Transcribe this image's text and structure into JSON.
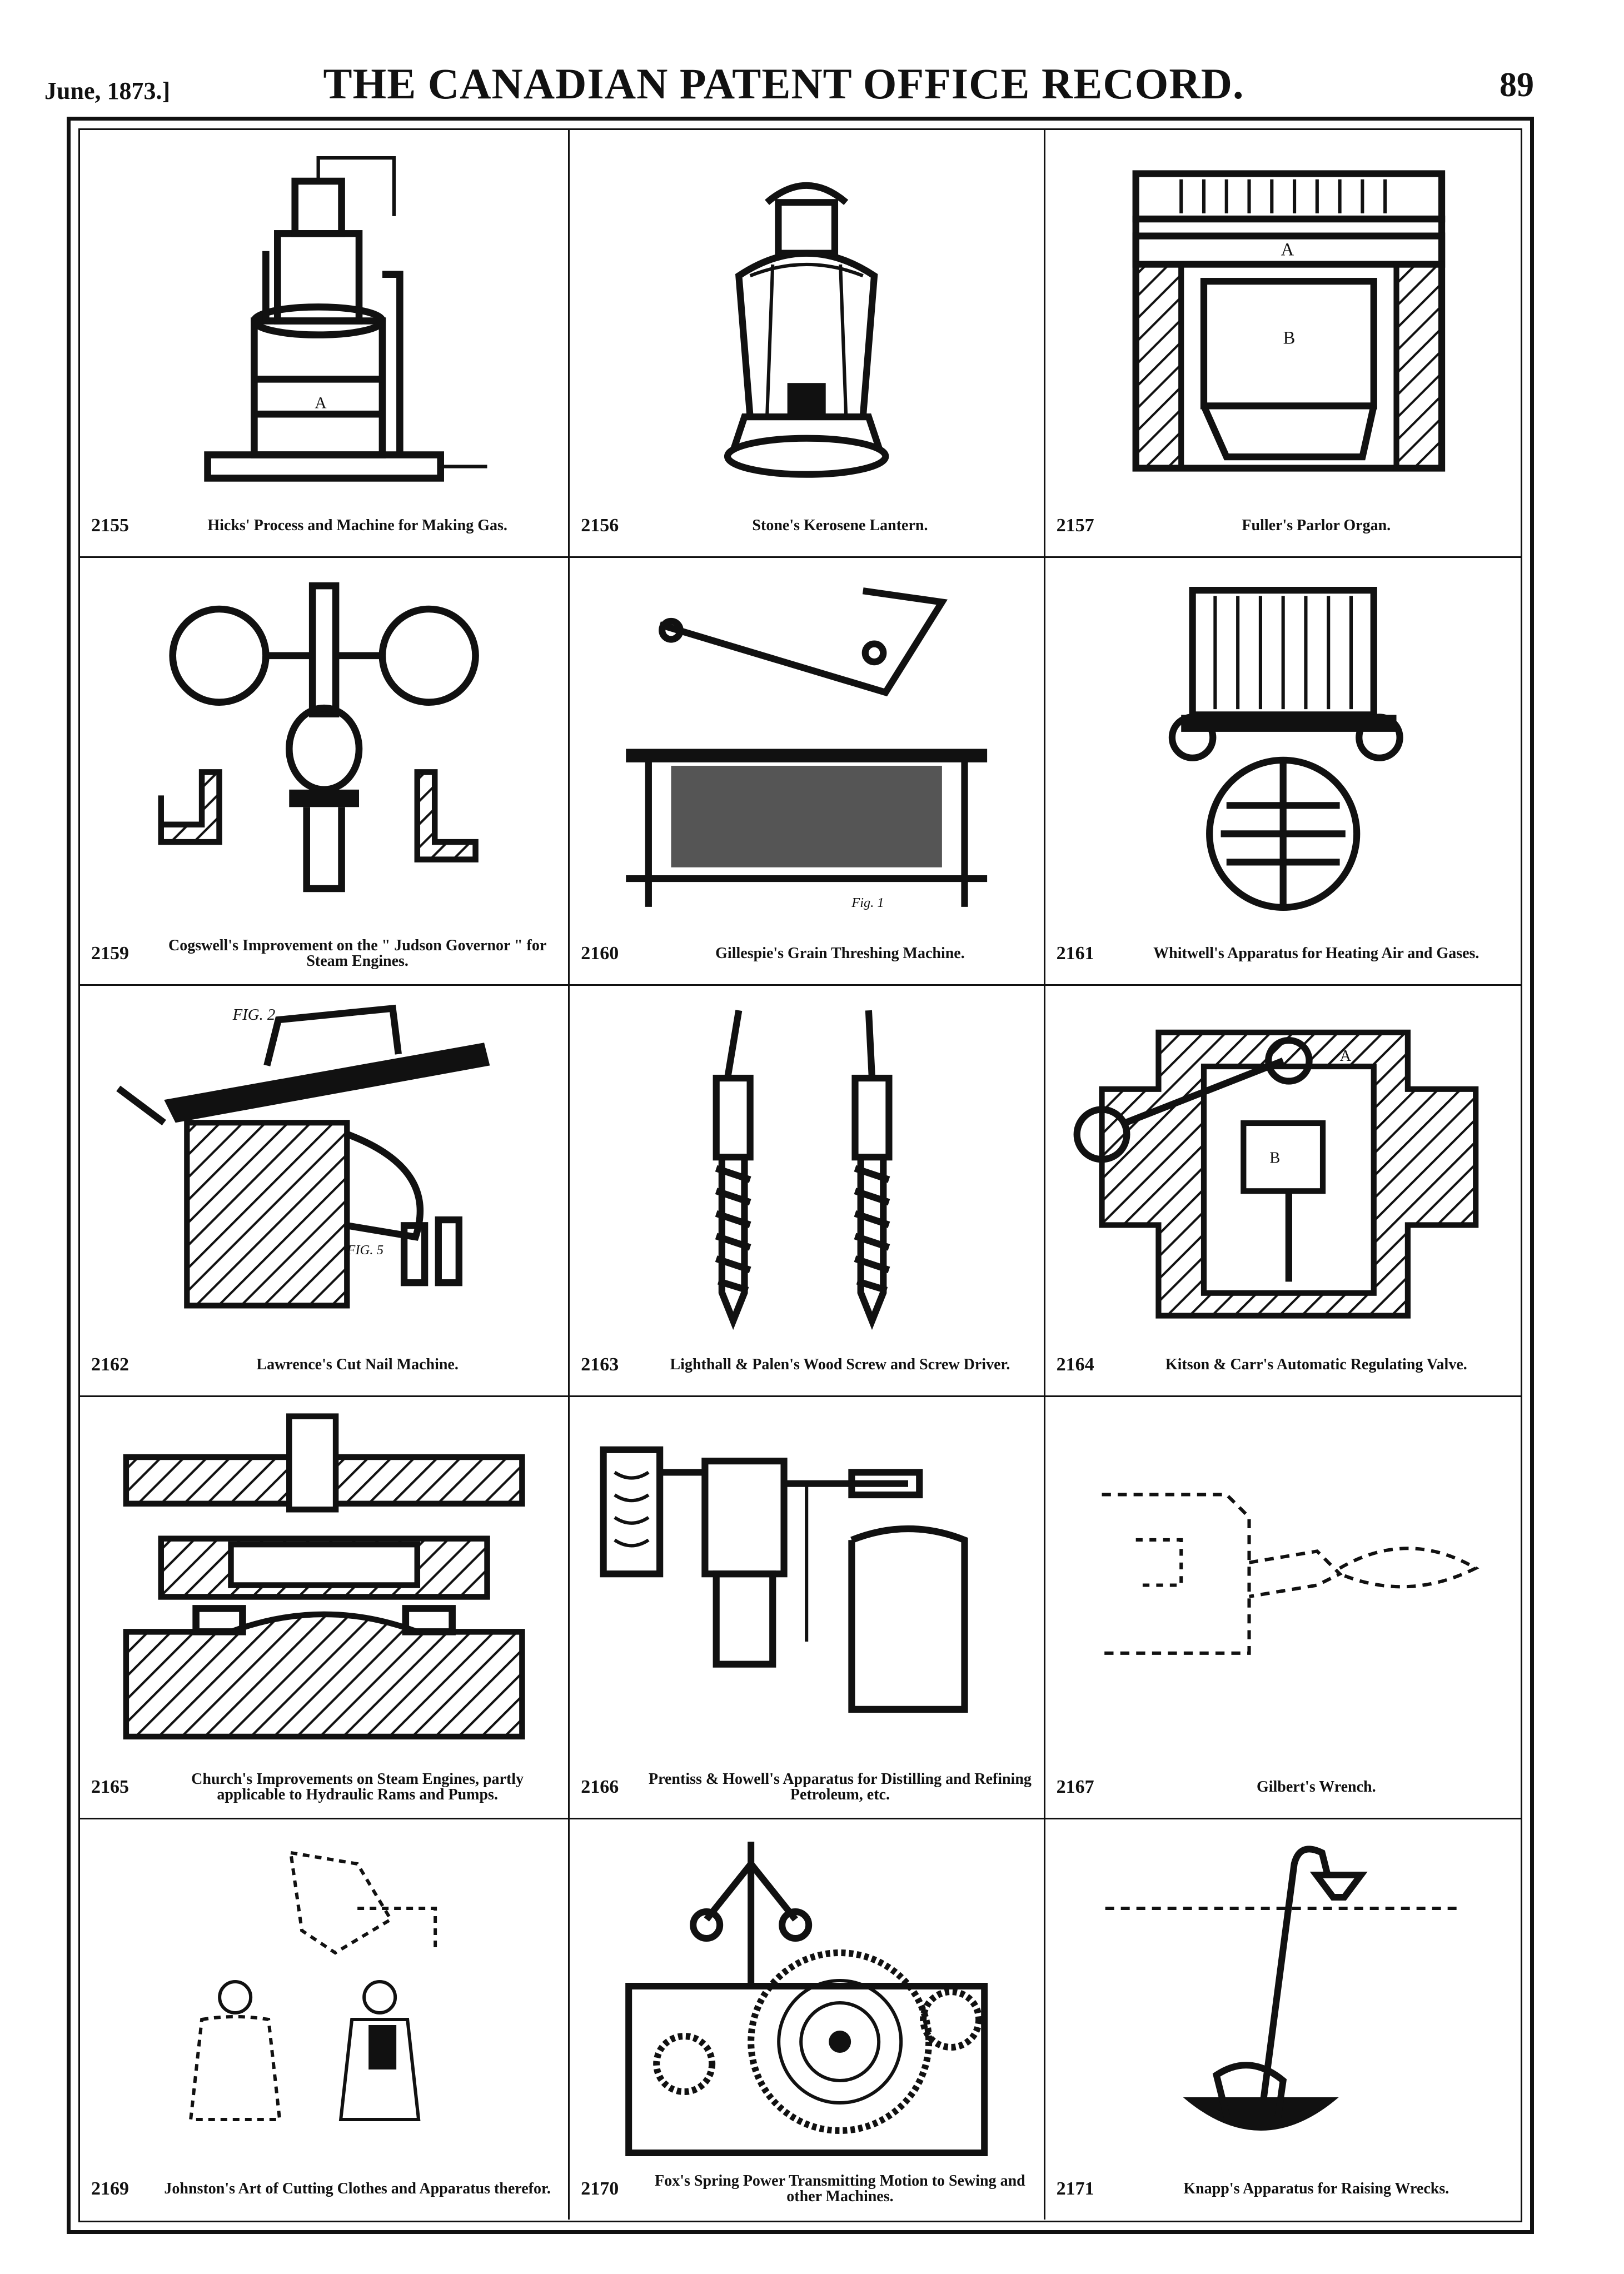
{
  "header": {
    "date": "June, 1873.]",
    "title": "THE CANADIAN PATENT OFFICE RECORD.",
    "page_number": "89"
  },
  "plates": [
    {
      "number": "2155",
      "caption": "Hicks' Process and Machine for Making Gas."
    },
    {
      "number": "2156",
      "caption": "Stone's Kerosene Lantern."
    },
    {
      "number": "2157",
      "caption": "Fuller's Parlor Organ."
    },
    {
      "number": "2159",
      "caption": "Cogswell's Improvement on the \" Judson Governor \" for Steam Engines."
    },
    {
      "number": "2160",
      "caption": "Gillespie's Grain Threshing Machine."
    },
    {
      "number": "2161",
      "caption": "Whitwell's Apparatus for Heating Air and Gases."
    },
    {
      "number": "2162",
      "caption": "Lawrence's Cut Nail Machine."
    },
    {
      "number": "2163",
      "caption": "Lighthall & Palen's Wood Screw and Screw Driver."
    },
    {
      "number": "2164",
      "caption": "Kitson & Carr's Automatic Regulating Valve."
    },
    {
      "number": "2165",
      "caption": "Church's Improvements on Steam Engines, partly applicable to Hydraulic Rams and Pumps."
    },
    {
      "number": "2166",
      "caption": "Prentiss & Howell's Apparatus for Distilling and Refining Petroleum, etc."
    },
    {
      "number": "2167",
      "caption": "Gilbert's Wrench."
    },
    {
      "number": "2169",
      "caption": "Johnston's Art of Cutting Clothes and Apparatus therefor."
    },
    {
      "number": "2170",
      "caption": "Fox's Spring Power Transmitting Motion to Sewing and other Machines."
    },
    {
      "number": "2171",
      "caption": "Knapp's Apparatus for Raising Wrecks."
    }
  ],
  "labels": {
    "organ_a": "A",
    "organ_b": "B",
    "gas_a": "A",
    "fig2": "FIG. 2",
    "fig5": "FIG. 5",
    "fig1": "Fig. 1",
    "valve_a": "A",
    "valve_b": "B"
  }
}
